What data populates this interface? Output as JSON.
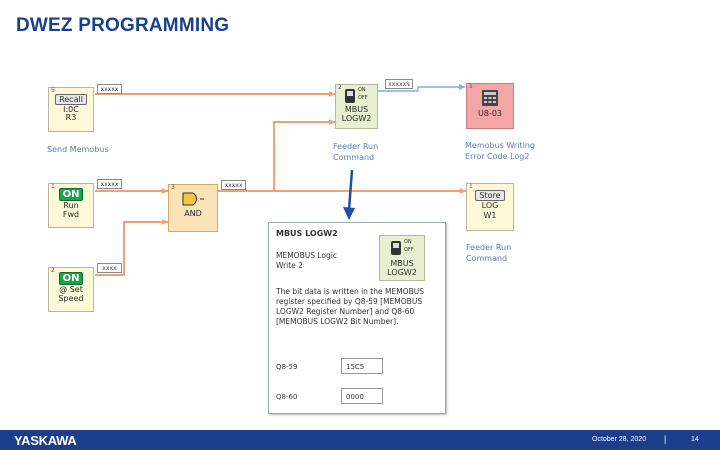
{
  "slide": {
    "title": "DWEZ PROGRAMMING"
  },
  "blocks": {
    "recall": {
      "num": "5",
      "button": "Recall",
      "line1": "I:0C",
      "line2": "R3",
      "caption": "Send Memobus",
      "xbox": "xxxxx"
    },
    "on_run": {
      "num": "1",
      "button": "ON",
      "line1": "Run",
      "line2": "Fwd",
      "xbox": "xxxxx"
    },
    "on_set": {
      "num": "2",
      "button": "ON",
      "line1": "@ Set",
      "line2": "Speed",
      "xbox": "xxxx"
    },
    "and": {
      "num": "3",
      "label": "AND",
      "xbox": "xxxxx"
    },
    "mbus_logw2": {
      "num": "2",
      "on": "ON",
      "off": "OFF",
      "line1": "MBUS",
      "line2": "LOGW2",
      "caption1": "Feeder Run",
      "caption2": "Command",
      "xbox": "xxxxx%"
    },
    "u8_03": {
      "num": "1",
      "line1": "U8-03",
      "caption1": "Memobus Writing",
      "caption2": "Error Code Log2"
    },
    "store": {
      "num": "1",
      "button": "Store",
      "line1": "LOG",
      "line2": "W1",
      "caption1": "Feeder Run",
      "caption2": "Command"
    }
  },
  "popup": {
    "title": "MBUS LOGW2",
    "name1": "MEMOBUS Logic",
    "name2": "Write 2",
    "icon_on": "ON",
    "icon_off": "OFF",
    "icon_line1": "MBUS",
    "icon_line2": "LOGW2",
    "desc": "The bit data is written in the MEMOBUS register specified by Q8-59 [MEMOBUS LOGW2 Register Number] and Q8-60 [MEMOBUS LOGW2 Bit Number].",
    "field1_label": "Q8-59",
    "field1_value": "15C5",
    "field2_label": "Q8-60",
    "field2_value": "0000"
  },
  "footer": {
    "logo": "YASKAWA",
    "date": "October 28, 2020",
    "separator": "|",
    "page": "14"
  },
  "colors": {
    "title": "#1a3f8f",
    "footer": "#1c3d8c",
    "wire_orange": "#f0a07a",
    "wire_blue": "#7fb0d8",
    "arrow": "#1f4fa8"
  }
}
